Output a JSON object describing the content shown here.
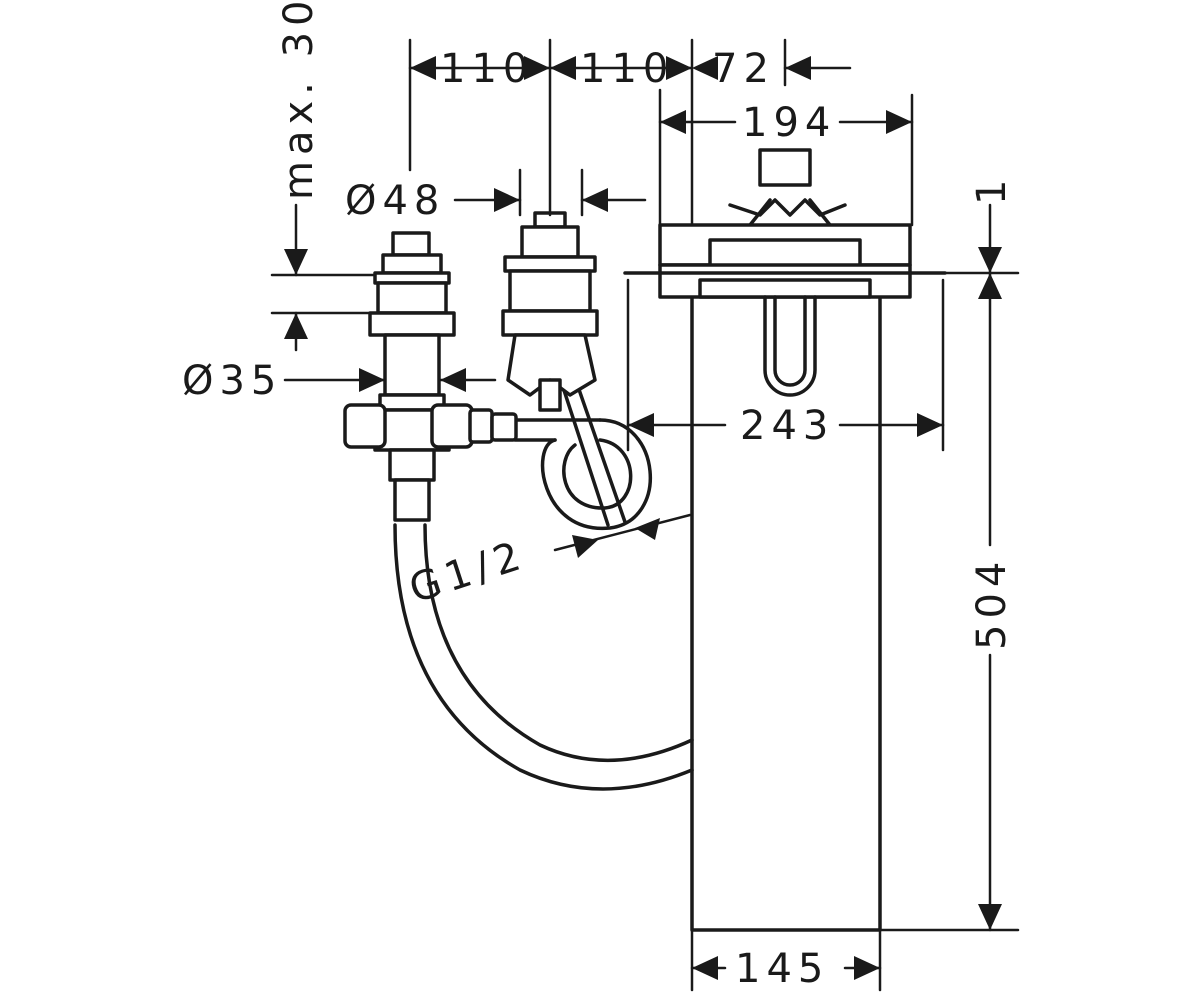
{
  "dimensions": {
    "d_110_left": "110",
    "d_110_right": "110",
    "d_72": "72",
    "d_194": "194",
    "d_48": "Ø48",
    "d_35": "Ø35",
    "d_243": "243",
    "d_504": "504",
    "d_145": "145",
    "d_1": "1",
    "d_max30": "max. 30",
    "d_thread": "G1/2"
  },
  "colors": {
    "line": "#1a1a1a",
    "background": "#ffffff"
  }
}
